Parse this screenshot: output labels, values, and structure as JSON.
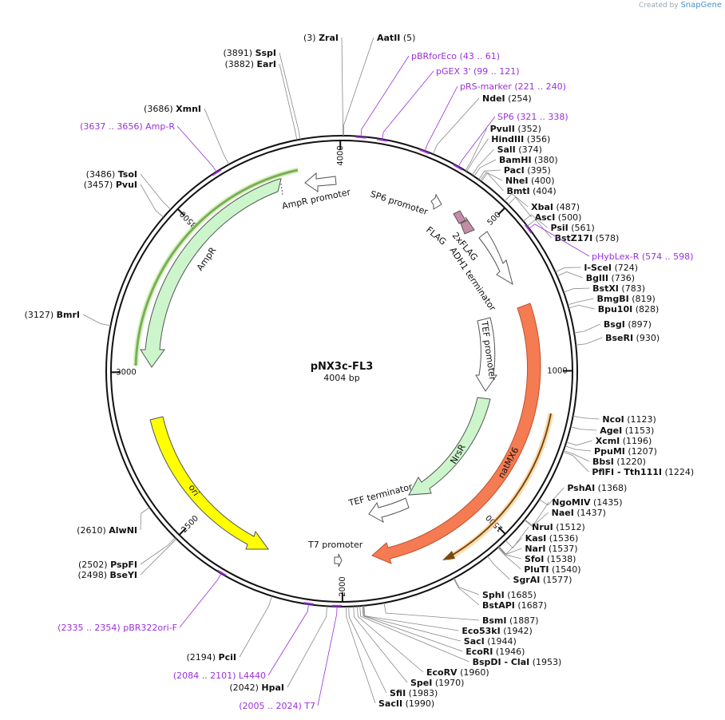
{
  "credit": {
    "prefix": "Created by",
    "brand": "SnapGene"
  },
  "plasmid": {
    "name": "pNX3c-FL3",
    "size_label": "4004 bp",
    "length": 4004
  },
  "ticks": [
    {
      "label": "500",
      "pos": 500
    },
    {
      "label": "1000",
      "pos": 1000
    },
    {
      "label": "1500",
      "pos": 1500
    },
    {
      "label": "2000",
      "pos": 2000
    },
    {
      "label": "2500",
      "pos": 2500
    },
    {
      "label": "3000",
      "pos": 3000
    },
    {
      "label": "3500",
      "pos": 3500
    },
    {
      "label": "4000",
      "pos": 4000
    }
  ],
  "sites": [
    {
      "text": "(3)",
      "name": "ZraI",
      "pos": 3,
      "side": "top"
    },
    {
      "text": "(5)",
      "name": "AatII",
      "pos": 5,
      "side": "top"
    },
    {
      "text": "(254)",
      "name": "NdeI",
      "pos": 254,
      "side": "right"
    },
    {
      "text": "(352)",
      "name": "PvuII",
      "pos": 352,
      "side": "right"
    },
    {
      "text": "(356)",
      "name": "HindIII",
      "pos": 356,
      "side": "right"
    },
    {
      "text": "(374)",
      "name": "SalI",
      "pos": 374,
      "side": "right"
    },
    {
      "text": "(380)",
      "name": "BamHI",
      "pos": 380,
      "side": "right"
    },
    {
      "text": "(395)",
      "name": "PacI",
      "pos": 395,
      "side": "right"
    },
    {
      "text": "(400)",
      "name": "NheI",
      "pos": 400,
      "side": "right"
    },
    {
      "text": "(404)",
      "name": "BmtI",
      "pos": 404,
      "side": "right"
    },
    {
      "text": "(487)",
      "name": "XbaI",
      "pos": 487,
      "side": "right"
    },
    {
      "text": "(500)",
      "name": "AscI",
      "pos": 500,
      "side": "right"
    },
    {
      "text": "(561)",
      "name": "PsiI",
      "pos": 561,
      "side": "right"
    },
    {
      "text": "(578)",
      "name": "BstZ17I",
      "pos": 578,
      "side": "right"
    },
    {
      "text": "(724)",
      "name": "I-SceI",
      "pos": 724,
      "side": "right"
    },
    {
      "text": "(736)",
      "name": "BglII",
      "pos": 736,
      "side": "right"
    },
    {
      "text": "(783)",
      "name": "BstXI",
      "pos": 783,
      "side": "right"
    },
    {
      "text": "(819)",
      "name": "BmgBI",
      "pos": 819,
      "side": "right"
    },
    {
      "text": "(828)",
      "name": "Bpu10I",
      "pos": 828,
      "side": "right"
    },
    {
      "text": "(897)",
      "name": "BsgI",
      "pos": 897,
      "side": "right"
    },
    {
      "text": "(930)",
      "name": "BseRI",
      "pos": 930,
      "side": "right"
    },
    {
      "text": "(1123)",
      "name": "NcoI",
      "pos": 1123,
      "side": "right"
    },
    {
      "text": "(1153)",
      "name": "AgeI",
      "pos": 1153,
      "side": "right"
    },
    {
      "text": "(1196)",
      "name": "XcmI",
      "pos": 1196,
      "side": "right"
    },
    {
      "text": "(1207)",
      "name": "PpuMI",
      "pos": 1207,
      "side": "right"
    },
    {
      "text": "(1220)",
      "name": "BbsI",
      "pos": 1220,
      "side": "right"
    },
    {
      "text": "(1224)",
      "name": "PflFI - Tth111I",
      "pos": 1224,
      "side": "right"
    },
    {
      "text": "(1368)",
      "name": "PshAI",
      "pos": 1368,
      "side": "right"
    },
    {
      "text": "(1435)",
      "name": "NgoMIV",
      "pos": 1435,
      "side": "right"
    },
    {
      "text": "(1437)",
      "name": "NaeI",
      "pos": 1437,
      "side": "right"
    },
    {
      "text": "(1512)",
      "name": "NruI",
      "pos": 1512,
      "side": "right"
    },
    {
      "text": "(1536)",
      "name": "KasI",
      "pos": 1536,
      "side": "right"
    },
    {
      "text": "(1537)",
      "name": "NarI",
      "pos": 1537,
      "side": "right"
    },
    {
      "text": "(1538)",
      "name": "SfoI",
      "pos": 1538,
      "side": "right"
    },
    {
      "text": "(1540)",
      "name": "PluTI",
      "pos": 1540,
      "side": "right"
    },
    {
      "text": "(1577)",
      "name": "SgrAI",
      "pos": 1577,
      "side": "right"
    },
    {
      "text": "(1685)",
      "name": "SphI",
      "pos": 1685,
      "side": "right"
    },
    {
      "text": "(1687)",
      "name": "BstAPI",
      "pos": 1687,
      "side": "right"
    },
    {
      "text": "(1887)",
      "name": "BsmI",
      "pos": 1887,
      "side": "right"
    },
    {
      "text": "(1942)",
      "name": "Eco53kI",
      "pos": 1942,
      "side": "right"
    },
    {
      "text": "(1944)",
      "name": "SacI",
      "pos": 1944,
      "side": "right"
    },
    {
      "text": "(1946)",
      "name": "EcoRI",
      "pos": 1946,
      "side": "right"
    },
    {
      "text": "(1953)",
      "name": "BspDI - ClaI",
      "pos": 1953,
      "side": "right"
    },
    {
      "text": "(1960)",
      "name": "EcoRV",
      "pos": 1960,
      "side": "right"
    },
    {
      "text": "(1970)",
      "name": "SpeI",
      "pos": 1970,
      "side": "right"
    },
    {
      "text": "(1983)",
      "name": "SfiI",
      "pos": 1983,
      "side": "right"
    },
    {
      "text": "(1990)",
      "name": "SacII",
      "pos": 1990,
      "side": "right"
    },
    {
      "text": "(2042)",
      "name": "HpaI",
      "pos": 2042,
      "side": "left"
    },
    {
      "text": "(2194)",
      "name": "PciI",
      "pos": 2194,
      "side": "left"
    },
    {
      "text": "(2498)",
      "name": "BseYI",
      "pos": 2498,
      "side": "left"
    },
    {
      "text": "(2502)",
      "name": "PspFI",
      "pos": 2502,
      "side": "left"
    },
    {
      "text": "(2610)",
      "name": "AlwNI",
      "pos": 2610,
      "side": "left"
    },
    {
      "text": "(3127)",
      "name": "BmrI",
      "pos": 3127,
      "side": "left"
    },
    {
      "text": "(3457)",
      "name": "PvuI",
      "pos": 3457,
      "side": "left"
    },
    {
      "text": "(3486)",
      "name": "TsoI",
      "pos": 3486,
      "side": "left"
    },
    {
      "text": "(3686)",
      "name": "XmnI",
      "pos": 3686,
      "side": "left"
    },
    {
      "text": "(3882)",
      "name": "EarI",
      "pos": 3882,
      "side": "left"
    },
    {
      "text": "(3891)",
      "name": "SspI",
      "pos": 3891,
      "side": "left"
    }
  ],
  "primers": [
    {
      "name": "pBRforEco",
      "range": "(43 .. 61)",
      "pos": 52
    },
    {
      "name": "pGEX 3'",
      "range": "(99 .. 121)",
      "pos": 110
    },
    {
      "name": "pRS-marker",
      "range": "(221 .. 240)",
      "pos": 230
    },
    {
      "name": "SP6",
      "range": "(321 .. 338)",
      "pos": 330
    },
    {
      "name": "pHybLex-R",
      "range": "(574 .. 598)",
      "pos": 586
    },
    {
      "name": "T7",
      "range": "(2005 .. 2024)",
      "pos": 2015
    },
    {
      "name": "L4440",
      "range": "(2084 .. 2101)",
      "pos": 2092
    },
    {
      "name": "pBR322ori-F",
      "range": "(2335 .. 2354)",
      "pos": 2344
    },
    {
      "name": "Amp-R",
      "range": "(3637 .. 3656)",
      "pos": 3646
    }
  ],
  "features": [
    {
      "name": "SP6 promoter"
    },
    {
      "name": "FLAG"
    },
    {
      "name": "2xFLAG"
    },
    {
      "name": "ADH1 terminator"
    },
    {
      "name": "TEF promoter"
    },
    {
      "name": "NrsR"
    },
    {
      "name": "natMX6"
    },
    {
      "name": "TEF terminator"
    },
    {
      "name": "T7 promoter"
    },
    {
      "name": "ori"
    },
    {
      "name": "AmpR"
    },
    {
      "name": "AmpR promoter"
    }
  ],
  "colors": {
    "primer": "#9b30d9",
    "natMX6": "#f47b52",
    "NrsR": "#ccf5cc",
    "AmpR": "#ccf5cc",
    "ori": "#ffff00",
    "FLAG": "#c48ca8",
    "AmpR_outline": "#3a7d1e",
    "natMX6_outline": "#c8861e"
  }
}
